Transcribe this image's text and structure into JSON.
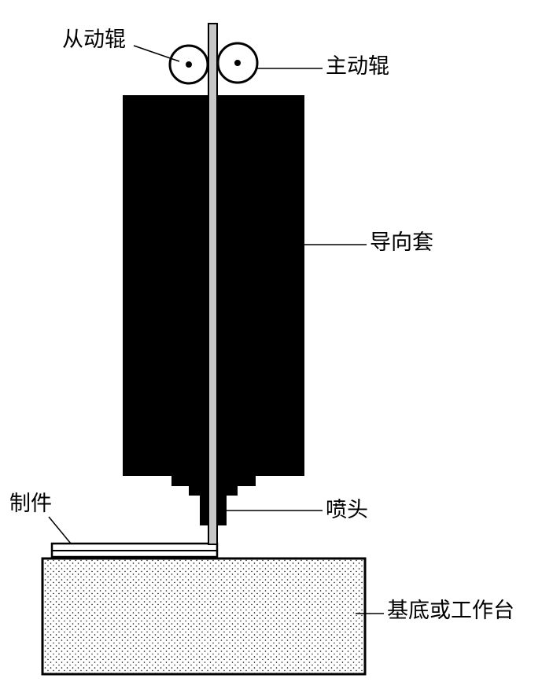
{
  "labels": {
    "driven_roller": "从动辊",
    "drive_roller": "主动辊",
    "guide_sleeve": "导向套",
    "nozzle": "喷头",
    "part": "制件",
    "base": "基底或工作台"
  },
  "colors": {
    "ink": "#000000",
    "filament": "#c8c8c8",
    "background": "#ffffff"
  }
}
